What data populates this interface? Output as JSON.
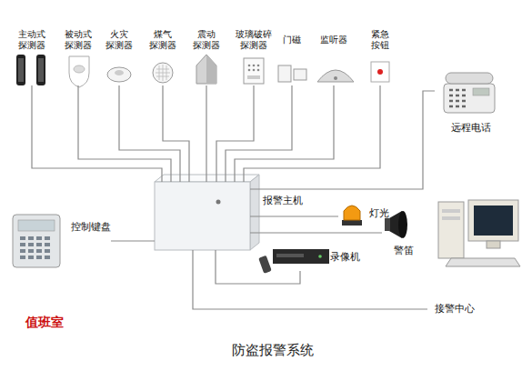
{
  "diagram": {
    "title": "防盗报警系统",
    "nodes": [
      {
        "text": [
          "主动式 探测器"
        ]
      },
      {
        "text": [
          "被动式 探测器"
        ]
      },
      {
        "text": [
          "火灾 探测器"
        ]
      },
      {
        "text": [
          "煤气 探测器"
        ]
      },
      {
        "text": [
          "震动 探测器"
        ]
      },
      {
        "text": [
          "玻璃破碎 探测器"
        ]
      },
      {
        "text": [
          "门磁"
        ]
      },
      {
        "text": [
          "监听器"
        ]
      },
      {
        "text": [
          "紧急 按钮"
        ]
      },
      {
        "text": [
          "远程电话"
        ]
      },
      {
        "text": [
          "报警主机"
        ]
      },
      {
        "text": [
          "控制键盘"
        ]
      },
      {
        "text": [
          "灯光"
        ]
      },
      {
        "text": [
          "警笛"
        ]
      },
      {
        "text": [
          "录像机"
        ]
      },
      {
        "text": [
          "接警中心"
        ]
      }
    ],
    "edges": [
      {
        "from": 0,
        "to": 10,
        "arrow": "none"
      },
      {
        "from": 1,
        "to": 10,
        "arrow": "none"
      },
      {
        "from": 2,
        "to": 10,
        "arrow": "none"
      },
      {
        "from": 3,
        "to": 10,
        "arrow": "none"
      },
      {
        "from": 4,
        "to": 10,
        "arrow": "none"
      },
      {
        "from": 5,
        "to": 10,
        "arrow": "none"
      },
      {
        "from": 6,
        "to": 10,
        "arrow": "none"
      },
      {
        "from": 7,
        "to": 10,
        "arrow": "none"
      },
      {
        "from": 8,
        "to": 10,
        "arrow": "none"
      },
      {
        "from": 10,
        "to": 9,
        "arrow": "none"
      },
      {
        "from": 10,
        "to": 11,
        "arrow": "none"
      },
      {
        "from": 10,
        "to": 12,
        "arrow": "none"
      },
      {
        "from": 10,
        "to": 13,
        "arrow": "none"
      },
      {
        "from": 10,
        "to": 14,
        "arrow": "none"
      },
      {
        "from": 10,
        "to": 15,
        "arrow": "none"
      }
    ],
    "labels": [
      "值班室"
    ]
  }
}
